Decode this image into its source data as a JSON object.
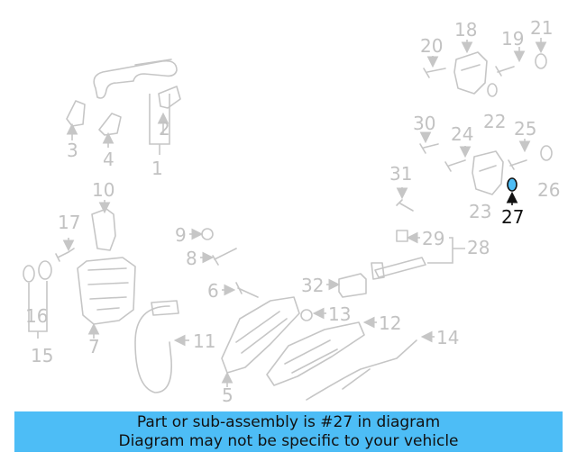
{
  "diagram": {
    "highlight_color": "#4dbdf6",
    "highlighted_part": "27",
    "callouts": {
      "c1": "1",
      "c2": "2",
      "c3": "3",
      "c4": "4",
      "c5": "5",
      "c6": "6",
      "c7": "7",
      "c8": "8",
      "c9": "9",
      "c10": "10",
      "c11": "11",
      "c12": "12",
      "c13": "13",
      "c14": "14",
      "c15": "15",
      "c16": "16",
      "c17": "17",
      "c18": "18",
      "c19": "19",
      "c20": "20",
      "c21": "21",
      "c22": "22",
      "c23": "23",
      "c24": "24",
      "c25": "25",
      "c26": "26",
      "c27": "27",
      "c28": "28",
      "c29": "29",
      "c30": "30",
      "c31": "31",
      "c32": "32"
    }
  },
  "caption": {
    "line1": "Part or sub-assembly is #27 in diagram",
    "line2": "Diagram may not be specific to your vehicle"
  }
}
